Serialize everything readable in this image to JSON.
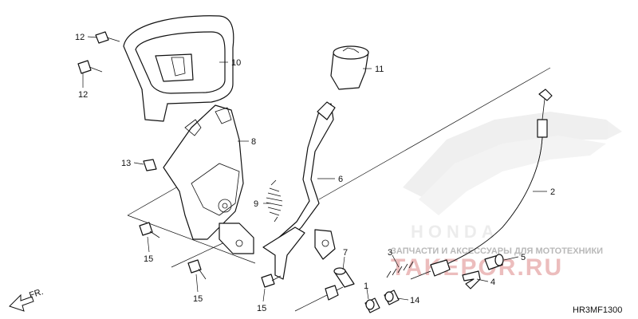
{
  "diagram": {
    "code": "HR3MF1300",
    "front_label": "FR.",
    "watermark": {
      "brand": "HONDA",
      "shop_tagline": "ЗАПЧАСТИ И АКСЕССУАРЫ ДЛЯ МОТОТЕХНИКИ",
      "shop_name": "TAKEPOR.RU"
    },
    "callouts": [
      {
        "id": "c1",
        "text": "1"
      },
      {
        "id": "c2",
        "text": "2"
      },
      {
        "id": "c3",
        "text": "3"
      },
      {
        "id": "c4",
        "text": "4"
      },
      {
        "id": "c5",
        "text": "5"
      },
      {
        "id": "c6",
        "text": "6"
      },
      {
        "id": "c7",
        "text": "7"
      },
      {
        "id": "c8",
        "text": "8"
      },
      {
        "id": "c9",
        "text": "9"
      },
      {
        "id": "c10",
        "text": "10"
      },
      {
        "id": "c11",
        "text": "11"
      },
      {
        "id": "c12a",
        "text": "12"
      },
      {
        "id": "c12b",
        "text": "12"
      },
      {
        "id": "c13",
        "text": "13"
      },
      {
        "id": "c14",
        "text": "14"
      },
      {
        "id": "c15a",
        "text": "15"
      },
      {
        "id": "c15b",
        "text": "15"
      },
      {
        "id": "c15c",
        "text": "15"
      }
    ]
  }
}
